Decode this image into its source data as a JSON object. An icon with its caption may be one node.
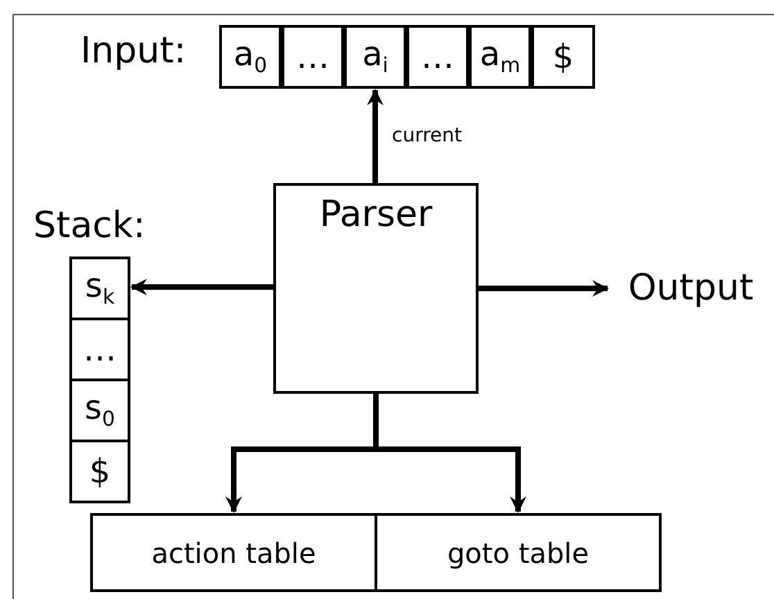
{
  "diagram": {
    "nodes": [
      {
        "text": [
          "a$_{0}$"
        ]
      },
      {
        "text": [
          "…"
        ]
      },
      {
        "text": [
          "a$_{i}$"
        ]
      },
      {
        "text": [
          "…"
        ]
      },
      {
        "text": [
          "a$_{m}$"
        ]
      },
      {
        "text": [
          "$"
        ]
      },
      {
        "text": [
          "Parser"
        ]
      },
      {
        "text": [
          "s$_{k}$"
        ]
      },
      {
        "text": [
          "…"
        ]
      },
      {
        "text": [
          "s$_{0}$"
        ]
      },
      {
        "text": [
          "$"
        ]
      },
      {
        "text": [
          "Output"
        ]
      },
      {
        "text": [
          "action table"
        ]
      },
      {
        "text": [
          "goto table"
        ]
      }
    ],
    "edges": [
      {
        "from": 6,
        "to": 2,
        "arrow": "to",
        "label": "current"
      },
      {
        "from": 6,
        "to": 7,
        "arrow": "to"
      },
      {
        "from": 6,
        "to": 11,
        "arrow": "to"
      },
      {
        "from": 6,
        "to": 12,
        "arrow": "to"
      },
      {
        "from": 6,
        "to": 13,
        "arrow": "to"
      }
    ],
    "labels": [
      "Input:",
      "Stack:"
    ]
  }
}
